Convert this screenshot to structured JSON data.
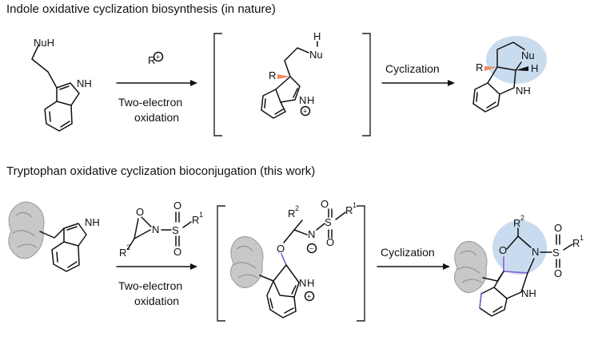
{
  "titles": {
    "top": "Indole oxidative cyclization biosynthesis (in nature)",
    "bottom": "Tryptophan oxidative cyclization bioconjugation (this work)"
  },
  "atoms": {
    "NuH": "NuH",
    "NH": "NH",
    "N": "N",
    "Nu": "Nu",
    "H": "H",
    "R": "R",
    "O": "O",
    "S": "S",
    "R1": "R",
    "R2": "R",
    "sup1": "1",
    "sup2": "2",
    "plus": "+",
    "minus": "−"
  },
  "conditions": {
    "electrophile": "R",
    "two_electron": "Two-electron",
    "oxidation": "oxidation",
    "cyclization": "Cyclization"
  },
  "colors": {
    "highlight": "#c9dcef",
    "new_bond_orange": "#f08a5d",
    "new_bond_violet": "#8a63d2",
    "protein": "#bdbdbd"
  }
}
